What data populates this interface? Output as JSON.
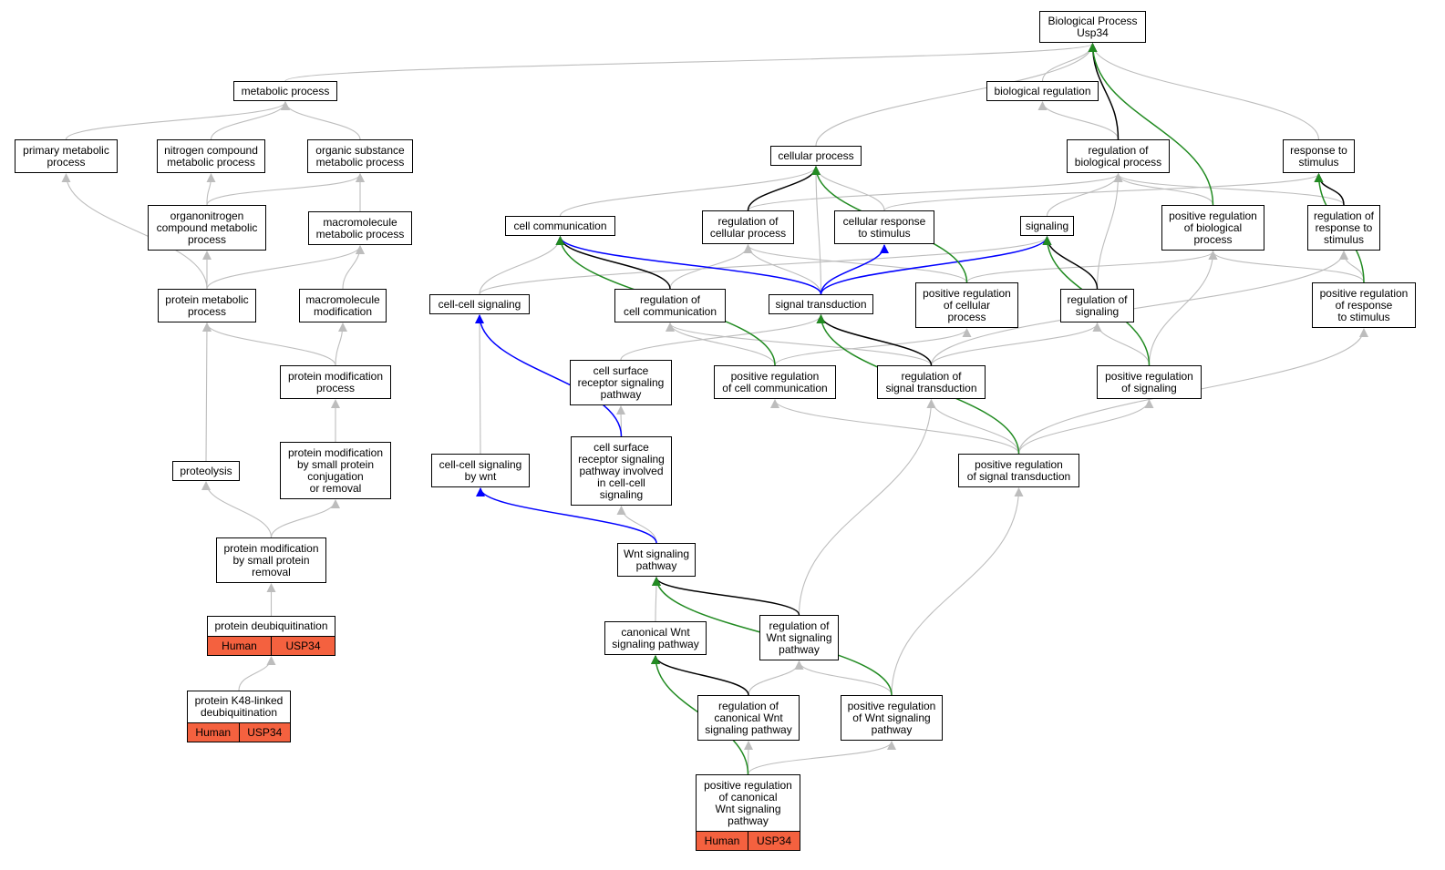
{
  "colors": {
    "is_a": "#bdbdbd",
    "regulates": "#000000",
    "part_of": "#0000ff",
    "positively_regulates": "#228b22",
    "annotated": "#f4613f"
  },
  "nodes": [
    {
      "id": "bp",
      "label": "Biological Process\nUsp34"
    },
    {
      "id": "metabolic",
      "label": "metabolic process"
    },
    {
      "id": "bioreg",
      "label": "biological regulation"
    },
    {
      "id": "primary",
      "label": "primary metabolic\nprocess"
    },
    {
      "id": "nitrogen",
      "label": "nitrogen compound\nmetabolic process"
    },
    {
      "id": "organic",
      "label": "organic substance\nmetabolic process"
    },
    {
      "id": "cellular",
      "label": "cellular process"
    },
    {
      "id": "regbio",
      "label": "regulation of\nbiological process"
    },
    {
      "id": "response",
      "label": "response to\nstimulus"
    },
    {
      "id": "organonitrogen",
      "label": "organonitrogen\ncompound metabolic\nprocess"
    },
    {
      "id": "macromol",
      "label": "macromolecule\nmetabolic process"
    },
    {
      "id": "cellcomm",
      "label": "cell communication"
    },
    {
      "id": "regcell",
      "label": "regulation of\ncellular process"
    },
    {
      "id": "cellresp",
      "label": "cellular response\nto stimulus"
    },
    {
      "id": "signaling",
      "label": "signaling"
    },
    {
      "id": "posregbio",
      "label": "positive regulation\nof biological\nprocess"
    },
    {
      "id": "regresp",
      "label": "regulation of\nresponse to\nstimulus"
    },
    {
      "id": "protmet",
      "label": "protein metabolic\nprocess"
    },
    {
      "id": "macromod",
      "label": "macromolecule\nmodification"
    },
    {
      "id": "cellcellsig",
      "label": "cell-cell signaling"
    },
    {
      "id": "regcellcomm",
      "label": "regulation of\ncell communication"
    },
    {
      "id": "sigtrans",
      "label": "signal transduction"
    },
    {
      "id": "posregcell",
      "label": "positive regulation\nof cellular\nprocess"
    },
    {
      "id": "regsig",
      "label": "regulation of\nsignaling"
    },
    {
      "id": "posregresp",
      "label": "positive regulation\nof response\nto stimulus"
    },
    {
      "id": "protmod",
      "label": "protein modification\nprocess"
    },
    {
      "id": "csrsp",
      "label": "cell surface\nreceptor signaling\npathway"
    },
    {
      "id": "posregcellcomm",
      "label": "positive regulation\nof cell communication"
    },
    {
      "id": "regsigtrans",
      "label": "regulation of\nsignal transduction"
    },
    {
      "id": "posregsig",
      "label": "positive regulation\nof signaling"
    },
    {
      "id": "proteolysis",
      "label": "proteolysis"
    },
    {
      "id": "protmodsmall",
      "label": "protein modification\nby small protein\nconjugation\nor removal"
    },
    {
      "id": "ccsigwnt",
      "label": "cell-cell signaling\nby wnt"
    },
    {
      "id": "csrspcc",
      "label": "cell surface\nreceptor signaling\npathway involved\nin cell-cell\nsignaling"
    },
    {
      "id": "posregsigtrans",
      "label": "positive regulation\nof signal transduction"
    },
    {
      "id": "protmodremoval",
      "label": "protein modification\nby small protein\nremoval"
    },
    {
      "id": "wnt",
      "label": "Wnt signaling\npathway"
    },
    {
      "id": "deubiq",
      "label": "protein deubiquitination",
      "annotations": [
        "Human",
        "USP34"
      ]
    },
    {
      "id": "canwnt",
      "label": "canonical Wnt\nsignaling pathway"
    },
    {
      "id": "regwnt",
      "label": "regulation of\nWnt signaling\npathway"
    },
    {
      "id": "k48",
      "label": "protein K48-linked\ndeubiquitination",
      "annotations": [
        "Human",
        "USP34"
      ]
    },
    {
      "id": "regcanwnt",
      "label": "regulation of\ncanonical Wnt\nsignaling pathway"
    },
    {
      "id": "posregwnt",
      "label": "positive regulation\nof Wnt signaling\npathway"
    },
    {
      "id": "posregcanwnt",
      "label": "positive regulation\nof canonical\nWnt signaling\npathway",
      "annotations": [
        "Human",
        "USP34"
      ]
    }
  ],
  "edges": [
    {
      "from": "metabolic",
      "to": "bp",
      "type": "is_a"
    },
    {
      "from": "bioreg",
      "to": "bp",
      "type": "is_a"
    },
    {
      "from": "cellular",
      "to": "bp",
      "type": "is_a"
    },
    {
      "from": "regbio",
      "to": "bp",
      "type": "regulates"
    },
    {
      "from": "posregbio",
      "to": "bp",
      "type": "positively_regulates"
    },
    {
      "from": "response",
      "to": "bp",
      "type": "is_a"
    },
    {
      "from": "primary",
      "to": "metabolic",
      "type": "is_a"
    },
    {
      "from": "nitrogen",
      "to": "metabolic",
      "type": "is_a"
    },
    {
      "from": "organic",
      "to": "metabolic",
      "type": "is_a"
    },
    {
      "from": "organonitrogen",
      "to": "nitrogen",
      "type": "is_a"
    },
    {
      "from": "organonitrogen",
      "to": "organic",
      "type": "is_a"
    },
    {
      "from": "macromol",
      "to": "organic",
      "type": "is_a"
    },
    {
      "from": "protmet",
      "to": "primary",
      "type": "is_a"
    },
    {
      "from": "protmet",
      "to": "organonitrogen",
      "type": "is_a"
    },
    {
      "from": "protmet",
      "to": "macromol",
      "type": "is_a"
    },
    {
      "from": "macromod",
      "to": "macromol",
      "type": "is_a"
    },
    {
      "from": "protmod",
      "to": "protmet",
      "type": "is_a"
    },
    {
      "from": "protmod",
      "to": "macromod",
      "type": "is_a"
    },
    {
      "from": "proteolysis",
      "to": "protmet",
      "type": "is_a"
    },
    {
      "from": "protmodsmall",
      "to": "protmod",
      "type": "is_a"
    },
    {
      "from": "protmodremoval",
      "to": "proteolysis",
      "type": "is_a"
    },
    {
      "from": "protmodremoval",
      "to": "protmodsmall",
      "type": "is_a"
    },
    {
      "from": "deubiq",
      "to": "protmodremoval",
      "type": "is_a"
    },
    {
      "from": "k48",
      "to": "deubiq",
      "type": "is_a"
    },
    {
      "from": "regbio",
      "to": "bioreg",
      "type": "is_a"
    },
    {
      "from": "regcell",
      "to": "cellular",
      "type": "regulates"
    },
    {
      "from": "cellresp",
      "to": "cellular",
      "type": "is_a"
    },
    {
      "from": "cellcomm",
      "to": "cellular",
      "type": "is_a"
    },
    {
      "from": "sigtrans",
      "to": "cellular",
      "type": "is_a"
    },
    {
      "from": "posregcell",
      "to": "cellular",
      "type": "positively_regulates"
    },
    {
      "from": "regcell",
      "to": "regbio",
      "type": "is_a"
    },
    {
      "from": "posregbio",
      "to": "regbio",
      "type": "is_a"
    },
    {
      "from": "regresp",
      "to": "regbio",
      "type": "is_a"
    },
    {
      "from": "regsig",
      "to": "regbio",
      "type": "is_a"
    },
    {
      "from": "cellresp",
      "to": "response",
      "type": "is_a"
    },
    {
      "from": "regresp",
      "to": "response",
      "type": "regulates"
    },
    {
      "from": "posregresp",
      "to": "response",
      "type": "positively_regulates"
    },
    {
      "from": "signaling",
      "to": "regbio",
      "type": "is_a"
    },
    {
      "from": "cellcellsig",
      "to": "cellcomm",
      "type": "is_a"
    },
    {
      "from": "regcellcomm",
      "to": "cellcomm",
      "type": "regulates"
    },
    {
      "from": "sigtrans",
      "to": "cellcomm",
      "type": "part_of"
    },
    {
      "from": "posregcellcomm",
      "to": "cellcomm",
      "type": "positively_regulates"
    },
    {
      "from": "regcellcomm",
      "to": "regcell",
      "type": "is_a"
    },
    {
      "from": "sigtrans",
      "to": "regcell",
      "type": "is_a"
    },
    {
      "from": "posregcell",
      "to": "regcell",
      "type": "is_a"
    },
    {
      "from": "sigtrans",
      "to": "cellresp",
      "type": "part_of"
    },
    {
      "from": "sigtrans",
      "to": "signaling",
      "type": "part_of"
    },
    {
      "from": "cellcellsig",
      "to": "signaling",
      "type": "is_a"
    },
    {
      "from": "regsig",
      "to": "signaling",
      "type": "regulates"
    },
    {
      "from": "posregsig",
      "to": "signaling",
      "type": "positively_regulates"
    },
    {
      "from": "posregcell",
      "to": "posregbio",
      "type": "is_a"
    },
    {
      "from": "posregsig",
      "to": "posregbio",
      "type": "is_a"
    },
    {
      "from": "posregresp",
      "to": "posregbio",
      "type": "is_a"
    },
    {
      "from": "posregresp",
      "to": "regresp",
      "type": "is_a"
    },
    {
      "from": "regsigtrans",
      "to": "regresp",
      "type": "is_a"
    },
    {
      "from": "ccsigwnt",
      "to": "cellcellsig",
      "type": "is_a"
    },
    {
      "from": "csrspcc",
      "to": "cellcellsig",
      "type": "part_of"
    },
    {
      "from": "posregcellcomm",
      "to": "regcellcomm",
      "type": "is_a"
    },
    {
      "from": "regsigtrans",
      "to": "regcellcomm",
      "type": "is_a"
    },
    {
      "from": "csrsp",
      "to": "sigtrans",
      "type": "is_a"
    },
    {
      "from": "regsigtrans",
      "to": "sigtrans",
      "type": "regulates"
    },
    {
      "from": "posregsigtrans",
      "to": "sigtrans",
      "type": "positively_regulates"
    },
    {
      "from": "posregcellcomm",
      "to": "posregcell",
      "type": "is_a"
    },
    {
      "from": "regsigtrans",
      "to": "regsig",
      "type": "is_a"
    },
    {
      "from": "posregsig",
      "to": "regsig",
      "type": "is_a"
    },
    {
      "from": "csrspcc",
      "to": "csrsp",
      "type": "is_a"
    },
    {
      "from": "posregsigtrans",
      "to": "posregcellcomm",
      "type": "is_a"
    },
    {
      "from": "posregsigtrans",
      "to": "regsigtrans",
      "type": "is_a"
    },
    {
      "from": "posregsigtrans",
      "to": "posregsig",
      "type": "is_a"
    },
    {
      "from": "posregsigtrans",
      "to": "posregresp",
      "type": "is_a"
    },
    {
      "from": "wnt",
      "to": "ccsigwnt",
      "type": "part_of"
    },
    {
      "from": "wnt",
      "to": "csrspcc",
      "type": "is_a"
    },
    {
      "from": "canwnt",
      "to": "wnt",
      "type": "is_a"
    },
    {
      "from": "regwnt",
      "to": "wnt",
      "type": "regulates"
    },
    {
      "from": "posregwnt",
      "to": "wnt",
      "type": "positively_regulates"
    },
    {
      "from": "regwnt",
      "to": "regsigtrans",
      "type": "is_a"
    },
    {
      "from": "posregwnt",
      "to": "posregsigtrans",
      "type": "is_a"
    },
    {
      "from": "regcanwnt",
      "to": "canwnt",
      "type": "regulates"
    },
    {
      "from": "regcanwnt",
      "to": "regwnt",
      "type": "is_a"
    },
    {
      "from": "posregwnt",
      "to": "regwnt",
      "type": "is_a"
    },
    {
      "from": "posregcanwnt",
      "to": "regcanwnt",
      "type": "is_a"
    },
    {
      "from": "posregcanwnt",
      "to": "canwnt",
      "type": "positively_regulates"
    },
    {
      "from": "posregcanwnt",
      "to": "posregwnt",
      "type": "is_a"
    }
  ]
}
